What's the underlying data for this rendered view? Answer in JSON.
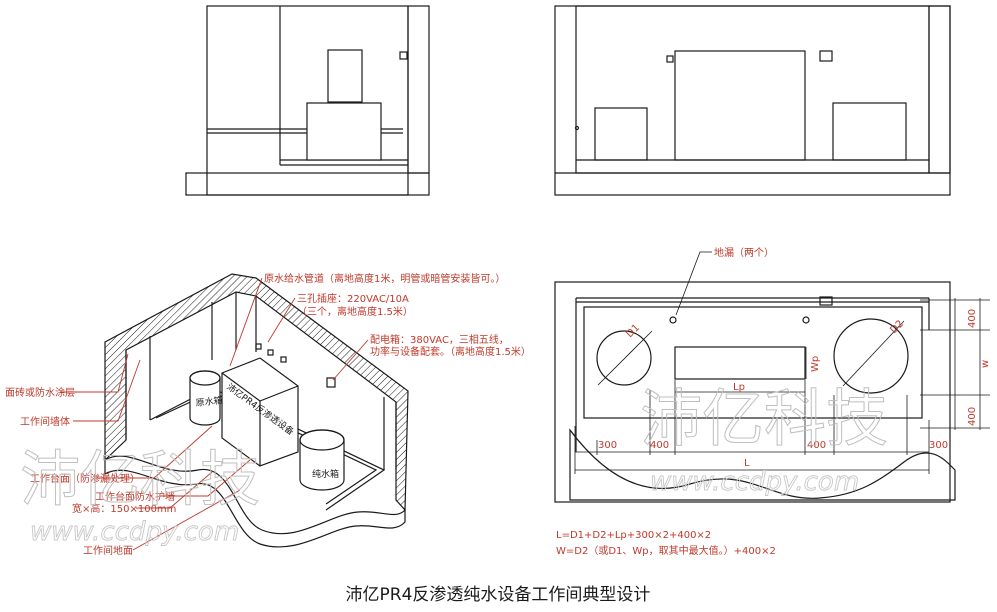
{
  "title": "沛亿PR4反渗透纯水设备工作间典型设计",
  "iso_labels": {
    "raw_pipe": "原水给水管道（离地高度1米，明管或暗管安装皆可。）",
    "socket_line1": "三孔插座：220VAC/10A",
    "socket_line2": "（三个，离地高度1.5米）",
    "dist_line1": "配电箱：380VAC，三相五线，",
    "dist_line2": "功率与设备配套。（离地高度1.5米）",
    "wall_tile": "面砖或防水涂层",
    "wall_body": "工作间墙体",
    "bench": "工作台面（防渗漏处理）",
    "curb_line1": "工作台面防水护墙",
    "curb_line2": "宽×高：150×100mm",
    "floor": "工作间地面",
    "raw_tank": "原水箱",
    "pure_tank": "纯水箱",
    "unit": "沛亿PR4反渗透设备"
  },
  "plan_labels": {
    "drain": "地漏（两个）",
    "d1": "D1",
    "d2": "D2",
    "lp": "Lp",
    "wp": "Wp",
    "w": "w",
    "l": "L",
    "dim_300_left": "300",
    "dim_400_left": "400",
    "dim_400_right": "400",
    "dim_300_right": "300",
    "dim_400_top": "400",
    "dim_400_bottom": "400",
    "formula_l": "L=D1+D2+Lp+300×2+400×2",
    "formula_w": "W=D2（或D1、Wp，取其中最大值。）+400×2"
  },
  "watermark": {
    "cn": "沛亿科技",
    "url": "www.ccdpy.com"
  },
  "colors": {
    "annotation": "#c0392b",
    "line": "#1a1a1a"
  }
}
